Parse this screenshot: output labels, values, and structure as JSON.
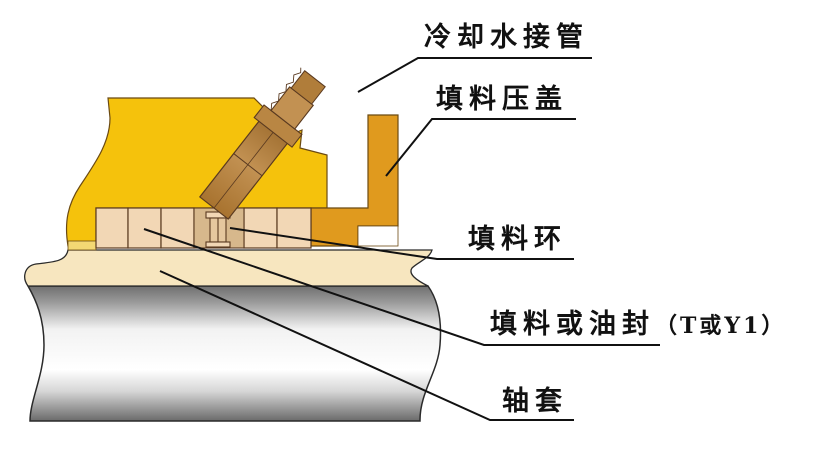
{
  "diagram": {
    "title": "",
    "labels": [
      {
        "id": "cooling-water-pipe",
        "text": "冷却水接管"
      },
      {
        "id": "packing-gland",
        "text": "填料压盖"
      },
      {
        "id": "packing-ring",
        "text": "填料环"
      },
      {
        "id": "packing-or-oil-seal",
        "text": "填料或油封",
        "suffix": "（T或Y1）"
      },
      {
        "id": "shaft-sleeve",
        "text": "轴套"
      }
    ],
    "components": {
      "stuffing_box_housing": "#F5C20C",
      "packing_gland": "#E09A1E",
      "cooling_pipe": "#B07D3A",
      "packing_segments": "#F2D7B5",
      "lantern_ring": "#D7B88C",
      "shaft_sleeve": "#F7E6BF",
      "shaft": "#8C8C8C",
      "outline": "#4A2E1A",
      "leader_line": "#111111"
    }
  }
}
